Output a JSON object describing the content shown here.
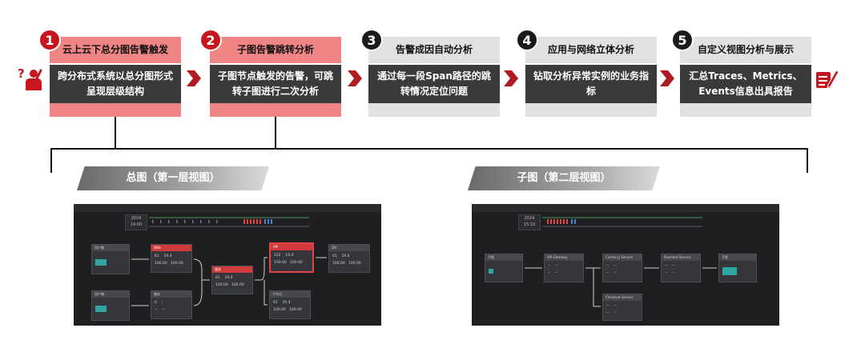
{
  "steps": [
    {
      "num": "1",
      "head": "云上云下总分图告警触发",
      "body": "跨分布式系统以总分图形式呈现层级结构",
      "accent": "#ef8585"
    },
    {
      "num": "2",
      "head": "子图告警跳转分析",
      "body": "子图节点触发的告警，可跳转子图进行二次分析",
      "accent": "#ef8585"
    },
    {
      "num": "3",
      "head": "告警成因自动分析",
      "body": "通过每一段Span路径的跳转情况定位问题",
      "accent": "#e1e1e1"
    },
    {
      "num": "4",
      "head": "应用与网络立体分析",
      "body": "钻取分析异常实例的业务指标",
      "accent": "#e1e1e1"
    },
    {
      "num": "5",
      "head": "自定义视图分析与展示",
      "body": "汇总Traces、Metrics、Events信息出具报告",
      "accent": "#e1e1e1"
    }
  ],
  "banners": {
    "left": "总图（第一层视图）",
    "right": "子图（第二层视图）"
  },
  "colors": {
    "brand_red": "#c7161d",
    "highlight": "#ef8585",
    "gray": "#e1e1e1",
    "dark": "#3a3a3a"
  },
  "icons": {
    "left": "question-person-icon",
    "right": "pen-document-icon",
    "arrow": "chevron-right-icon"
  }
}
